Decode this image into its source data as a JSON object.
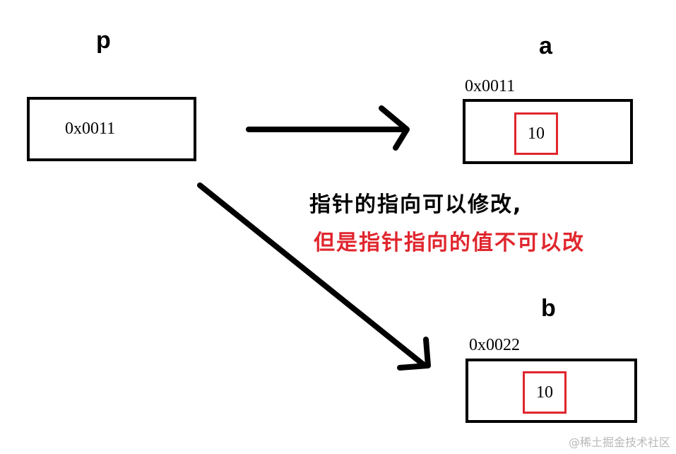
{
  "pointer": {
    "name": "p",
    "content": "0x0011"
  },
  "var_a": {
    "name": "a",
    "address": "0x0011",
    "value": "10"
  },
  "var_b": {
    "name": "b",
    "address": "0x0022",
    "value": "10"
  },
  "note": {
    "line1": "指针的指向可以修改,",
    "line2": "但是指针指向的值不可以改",
    "line1_color": "#000000",
    "line2_color": "#e0262e"
  },
  "colors": {
    "stroke": "#000000",
    "highlight": "#e0262e"
  },
  "watermark": "@稀土掘金技术社区"
}
